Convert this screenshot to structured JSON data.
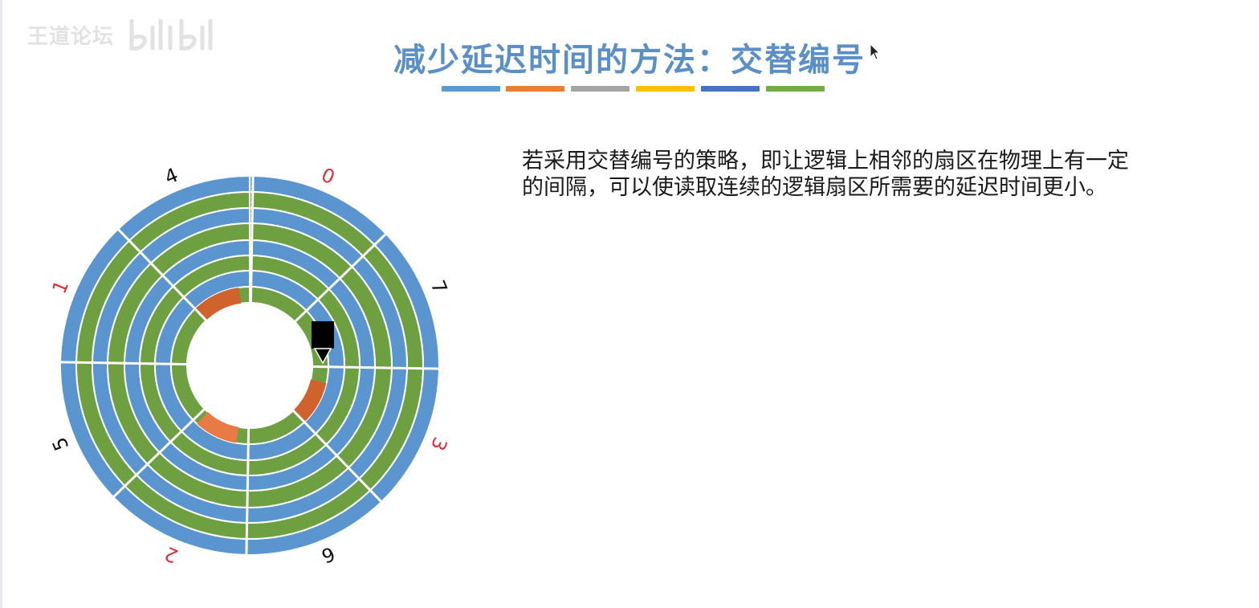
{
  "watermark": {
    "text": "王道论坛"
  },
  "title": "减少延迟时间的方法：交替编号",
  "color_bars": [
    "#5b9bd5",
    "#ed7d31",
    "#a5a5a5",
    "#ffc000",
    "#4472c4",
    "#70ad47"
  ],
  "description": {
    "line1": "若采用交替编号的策略，即让逻辑上相邻的扇区在物理上有一定",
    "line2": "的间隔，可以使读取连续的逻辑扇区所需要的延迟时间更小。"
  },
  "disk": {
    "sector_labels": [
      {
        "text": "0",
        "color": "#d9303a"
      },
      {
        "text": "7",
        "color": "#111111"
      },
      {
        "text": "3",
        "color": "#d9303a"
      },
      {
        "text": "6",
        "color": "#111111"
      },
      {
        "text": "2",
        "color": "#d9303a"
      },
      {
        "text": "5",
        "color": "#111111"
      },
      {
        "text": "1",
        "color": "#d9303a"
      },
      {
        "text": "4",
        "color": "#111111"
      }
    ],
    "ring_colors": {
      "blue": "#5b95cf",
      "green": "#6ea042",
      "highlight": "#d0622e",
      "highlight_light": "#e87a45",
      "separator": "#ffffff"
    },
    "head_color": "#000000"
  }
}
